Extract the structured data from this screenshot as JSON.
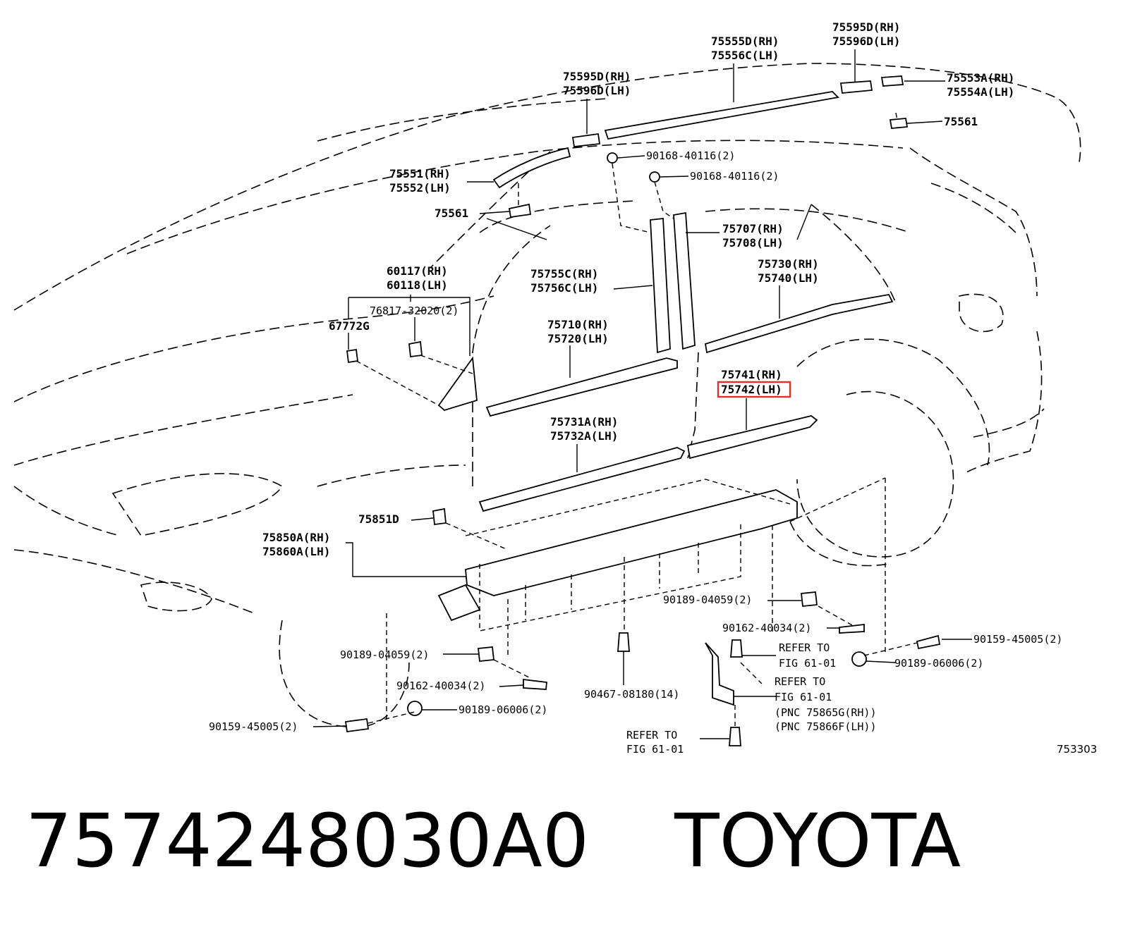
{
  "callouts": {
    "c75555d": "75555D(RH)",
    "c75556c": "75556C(LH)",
    "c75595d_top": "75595D(RH)",
    "c75596d_top": "75596D(LH)",
    "c75595d_mid": "75595D(RH)",
    "c75596d_mid": "75596D(LH)",
    "c75553a": "75553A(RH)",
    "c75554a": "75554A(LH)",
    "c75561_right": "75561",
    "c90168_a": "90168-40116(2)",
    "c90168_b": "90168-40116(2)",
    "c75551": "75551(RH)",
    "c75552": "75552(LH)",
    "c75561_left": "75561",
    "c75707": "75707(RH)",
    "c75708": "75708(LH)",
    "c75730": "75730(RH)",
    "c75740": "75740(LH)",
    "c60117": "60117(RH)",
    "c60118": "60118(LH)",
    "c75755c": "75755C(RH)",
    "c75756c": "75756C(LH)",
    "c76817": "76817-32020(2)",
    "c67772g": "67772G",
    "c75710": "75710(RH)",
    "c75720": "75720(LH)",
    "c75741": "75741(RH)",
    "c75742": "75742(LH)",
    "c75731a": "75731A(RH)",
    "c75732a": "75732A(LH)",
    "c75851d": "75851D",
    "c75850a": "75850A(RH)",
    "c75860a": "75860A(LH)",
    "c90189_04059_r": "90189-04059(2)",
    "c90162_40034_r": "90162-40034(2)",
    "c90159_45005_r": "90159-45005(2)",
    "c90189_06006_r": "90189-06006(2)",
    "c90189_04059_l": "90189-04059(2)",
    "c90162_40034_l": "90162-40034(2)",
    "c90189_06006_l": "90189-06006(2)",
    "c90159_45005_l": "90159-45005(2)",
    "c90467": "90467-08180(14)",
    "refer1_a": "REFER TO",
    "refer1_b": "FIG 61-01",
    "refer2_a": "REFER TO",
    "refer2_b": "FIG 61-01",
    "pnc1": "(PNC 75865G(RH))",
    "pnc2": "(PNC 75866F(LH))",
    "refer3_a": "REFER TO",
    "refer3_b": "FIG 61-01",
    "fig_id": "753303"
  },
  "highlighted_callout": "75742(LH)",
  "highlight_color": "#e0302a",
  "caption": {
    "part_number": "7574248030A0",
    "brand": "TOYOTA"
  }
}
